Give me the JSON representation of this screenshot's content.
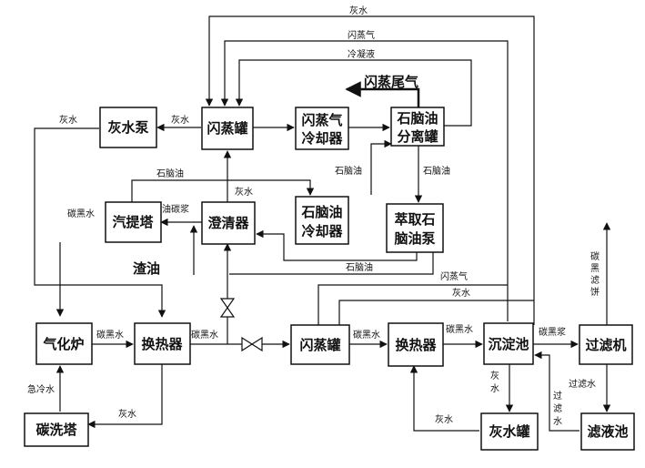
{
  "nodes": {
    "ash_pump": "灰水泵",
    "flash_drum_1": "闪蒸罐",
    "flash_gas_cooler": [
      "闪蒸气",
      "冷却器"
    ],
    "naphtha_separator": [
      "石脑油",
      "分离罐"
    ],
    "steam_stripper": "汽提塔",
    "clarifier": "澄清器",
    "naphtha_cooler": [
      "石脑油",
      "冷却器"
    ],
    "naphtha_extract_pump": [
      "萃取石",
      "脑油泵"
    ],
    "gasifier": "气化炉",
    "heat_exchanger_1": "换热器",
    "flash_drum_2": "闪蒸罐",
    "heat_exchanger_2": "换热器",
    "settling_tank": "沉淀池",
    "filter": "过滤机",
    "carbon_wash_tower": "碳洗塔",
    "ash_water_tank": "灰水罐",
    "filtrate_tank": "滤液池"
  },
  "flow_labels": {
    "top_ash_water": "灰水",
    "top_flash_gas": "闪蒸气",
    "top_condensate": "冷凝液",
    "flash_tail_gas": "闪蒸尾气",
    "ash_water_left": "灰水",
    "ash_water_pump_to_flash": "灰水",
    "naphtha_top": "石脑油",
    "oil_carbon_slurry": "油碳浆",
    "ash_water_clarifier": "灰水",
    "naphtha_to_cooler": "石脑油",
    "naphtha_from_separator": "石脑油",
    "carbon_black_water_left": "碳黑水",
    "slag_oil": "渣油",
    "naphtha_to_clarifier": "石脑油",
    "flash_gas_mid": "闪蒸气",
    "ash_water_mid": "灰水",
    "carbon_black_water_1": "碳黑水",
    "carbon_black_water_2": "碳黑水",
    "carbon_black_water_3": "碳黑水",
    "carbon_black_water_4": "碳黑水",
    "carbon_black_slurry": "碳黑浆",
    "carbon_black_cake": [
      "碳",
      "黑",
      "滤",
      "饼"
    ],
    "quench_water": "急冷水",
    "ash_water_bottom": "灰水",
    "ash_water_settling": [
      "灰",
      "水"
    ],
    "filtrate_water": "过滤水",
    "filtrate_water_vertical": [
      "过",
      "滤",
      "水"
    ],
    "ash_water_tank_return": "灰水"
  }
}
